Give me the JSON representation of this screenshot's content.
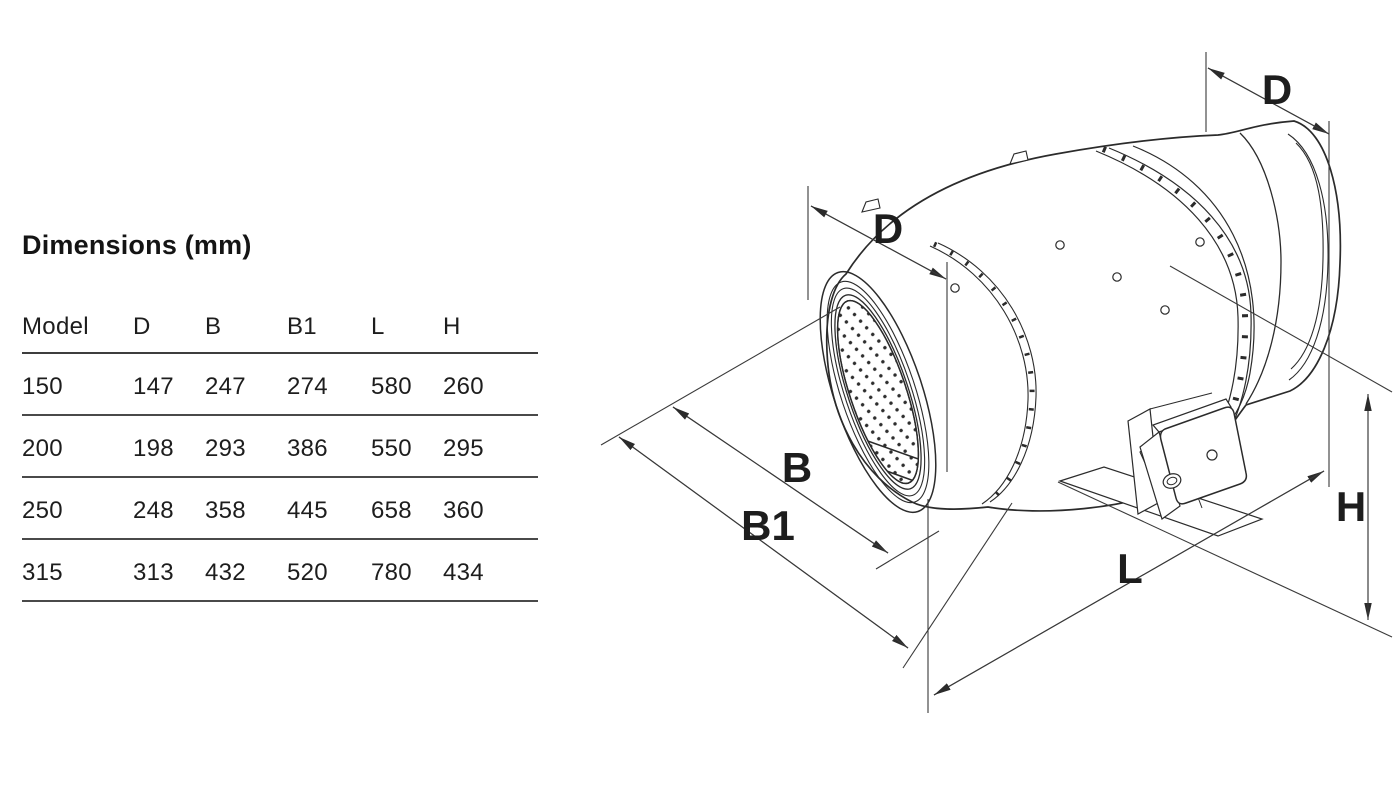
{
  "page": {
    "background": "#ffffff",
    "line_color": "#2b2b2b",
    "text_color": "#1c1c1c"
  },
  "dimensions_table": {
    "title": "Dimensions (mm)",
    "columns": [
      "Model",
      "D",
      "B",
      "B1",
      "L",
      "H"
    ],
    "rows": [
      [
        "150",
        "147",
        "247",
        "274",
        "580",
        "260"
      ],
      [
        "200",
        "198",
        "293",
        "386",
        "550",
        "295"
      ],
      [
        "250",
        "248",
        "358",
        "445",
        "658",
        "360"
      ],
      [
        "315",
        "313",
        "432",
        "520",
        "780",
        "434"
      ]
    ]
  },
  "drawing": {
    "description": "Isometric line drawing of an inline silenced duct fan with dimension callouts",
    "labels": {
      "d_outlet": "D",
      "d_inlet": "D",
      "b": "B",
      "b1": "B1",
      "l": "L",
      "h": "H"
    }
  }
}
